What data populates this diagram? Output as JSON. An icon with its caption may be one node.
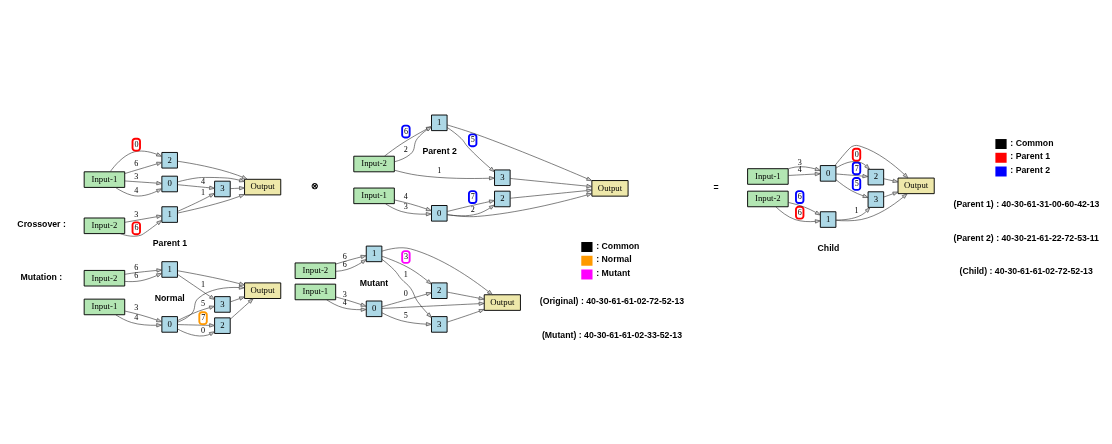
{
  "diagram": {
    "nodes": [
      {
        "text": [
          "Input-1"
        ]
      },
      {
        "text": [
          "Input-2"
        ]
      },
      {
        "text": [
          "0"
        ]
      },
      {
        "text": [
          "1"
        ]
      },
      {
        "text": [
          "2"
        ]
      },
      {
        "text": [
          "3"
        ]
      },
      {
        "text": [
          "Output"
        ]
      },
      {
        "text": [
          "Input-1"
        ]
      },
      {
        "text": [
          "Input-2"
        ]
      },
      {
        "text": [
          "0"
        ]
      },
      {
        "text": [
          "1"
        ]
      },
      {
        "text": [
          "2"
        ]
      },
      {
        "text": [
          "3"
        ]
      },
      {
        "text": [
          "Output"
        ]
      },
      {
        "text": [
          "Input-1"
        ]
      },
      {
        "text": [
          "Input-2"
        ]
      },
      {
        "text": [
          "0"
        ]
      },
      {
        "text": [
          "1"
        ]
      },
      {
        "text": [
          "2"
        ]
      },
      {
        "text": [
          "3"
        ]
      },
      {
        "text": [
          "Output"
        ]
      },
      {
        "text": [
          "Input-1"
        ]
      },
      {
        "text": [
          "Input-2"
        ]
      },
      {
        "text": [
          "0"
        ]
      },
      {
        "text": [
          "1"
        ]
      },
      {
        "text": [
          "2"
        ]
      },
      {
        "text": [
          "3"
        ]
      },
      {
        "text": [
          "Output"
        ]
      },
      {
        "text": [
          "Input-1"
        ]
      },
      {
        "text": [
          "Input-2"
        ]
      },
      {
        "text": [
          "0"
        ]
      },
      {
        "text": [
          "1"
        ]
      },
      {
        "text": [
          "2"
        ]
      },
      {
        "text": [
          "3"
        ]
      },
      {
        "text": [
          "Output"
        ]
      }
    ],
    "edges": [
      {
        "from": 0,
        "to": 4,
        "arrow": "to",
        "label": "0"
      },
      {
        "from": 0,
        "to": 4,
        "arrow": "to",
        "label": "6"
      },
      {
        "from": 0,
        "to": 2,
        "arrow": "to",
        "label": "4"
      },
      {
        "from": 0,
        "to": 2,
        "arrow": "to",
        "label": "3"
      },
      {
        "from": 2,
        "to": 5,
        "arrow": "to",
        "label": "4"
      },
      {
        "from": 2,
        "to": 6,
        "arrow": "to"
      },
      {
        "from": 4,
        "to": 6,
        "arrow": "to"
      },
      {
        "from": 5,
        "to": 6,
        "arrow": "to"
      },
      {
        "from": 1,
        "to": 3,
        "arrow": "to",
        "label": "6"
      },
      {
        "from": 1,
        "to": 3,
        "arrow": "to",
        "label": "3"
      },
      {
        "from": 3,
        "to": 5,
        "arrow": "to",
        "label": "1"
      },
      {
        "from": 3,
        "to": 6,
        "arrow": "to"
      },
      {
        "from": 7,
        "to": 9,
        "arrow": "to",
        "label": "3"
      },
      {
        "from": 7,
        "to": 9,
        "arrow": "to",
        "label": "4"
      },
      {
        "from": 9,
        "to": 11,
        "arrow": "to",
        "label": "2"
      },
      {
        "from": 9,
        "to": 11,
        "arrow": "to",
        "label": "7"
      },
      {
        "from": 9,
        "to": 13,
        "arrow": "to"
      },
      {
        "from": 11,
        "to": 13,
        "arrow": "to"
      },
      {
        "from": 8,
        "to": 12,
        "arrow": "to",
        "label": "1"
      },
      {
        "from": 8,
        "to": 10,
        "arrow": "to",
        "label": "6"
      },
      {
        "from": 8,
        "to": 10,
        "arrow": "to",
        "label": "2"
      },
      {
        "from": 10,
        "to": 12,
        "arrow": "to",
        "label": "5"
      },
      {
        "from": 12,
        "to": 13,
        "arrow": "to"
      },
      {
        "from": 10,
        "to": 13,
        "arrow": "to"
      },
      {
        "from": 14,
        "to": 16,
        "arrow": "to",
        "label": "4"
      },
      {
        "from": 14,
        "to": 16,
        "arrow": "to",
        "label": "3"
      },
      {
        "from": 16,
        "to": 18,
        "arrow": "to",
        "label": "7"
      },
      {
        "from": 16,
        "to": 18,
        "arrow": "to",
        "label": "0"
      },
      {
        "from": 16,
        "to": 20,
        "arrow": "to"
      },
      {
        "from": 16,
        "to": 19,
        "arrow": "to",
        "label": "5"
      },
      {
        "from": 18,
        "to": 20,
        "arrow": "to"
      },
      {
        "from": 19,
        "to": 20,
        "arrow": "to"
      },
      {
        "from": 15,
        "to": 17,
        "arrow": "to",
        "label": "6"
      },
      {
        "from": 15,
        "to": 17,
        "arrow": "to",
        "label": "6"
      },
      {
        "from": 17,
        "to": 19,
        "arrow": "to",
        "label": "1"
      },
      {
        "from": 17,
        "to": 20,
        "arrow": "to"
      },
      {
        "from": 21,
        "to": 23,
        "arrow": "to",
        "label": "4"
      },
      {
        "from": 21,
        "to": 23,
        "arrow": "to",
        "label": "3"
      },
      {
        "from": 23,
        "to": 25,
        "arrow": "to",
        "label": "7"
      },
      {
        "from": 23,
        "to": 25,
        "arrow": "to",
        "label": "0"
      },
      {
        "from": 23,
        "to": 27,
        "arrow": "to"
      },
      {
        "from": 23,
        "to": 26,
        "arrow": "to",
        "label": "5"
      },
      {
        "from": 25,
        "to": 27,
        "arrow": "to"
      },
      {
        "from": 26,
        "to": 27,
        "arrow": "to"
      },
      {
        "from": 22,
        "to": 24,
        "arrow": "to",
        "label": "6"
      },
      {
        "from": 22,
        "to": 24,
        "arrow": "to",
        "label": "6"
      },
      {
        "from": 24,
        "to": 26,
        "arrow": "to",
        "label": "1"
      },
      {
        "from": 24,
        "to": 27,
        "arrow": "to"
      },
      {
        "from": 28,
        "to": 30,
        "arrow": "to",
        "label": "4"
      },
      {
        "from": 28,
        "to": 30,
        "arrow": "to",
        "label": "3"
      },
      {
        "from": 30,
        "to": 34,
        "arrow": "to"
      },
      {
        "from": 30,
        "to": 32,
        "arrow": "to",
        "label": "0"
      },
      {
        "from": 30,
        "to": 33,
        "arrow": "to",
        "label": "5"
      },
      {
        "from": 32,
        "to": 34,
        "arrow": "to"
      },
      {
        "from": 33,
        "to": 34,
        "arrow": "to"
      },
      {
        "from": 29,
        "to": 31,
        "arrow": "to",
        "label": "6"
      },
      {
        "from": 29,
        "to": 31,
        "arrow": "to",
        "label": "6"
      },
      {
        "from": 31,
        "to": 32,
        "arrow": "to",
        "label": "3"
      },
      {
        "from": 31,
        "to": 33,
        "arrow": "to",
        "label": "1"
      },
      {
        "from": 31,
        "to": 34,
        "arrow": "to"
      }
    ],
    "labels": [
      "Crossover :",
      "Parent 1",
      "⊗",
      "Parent 2",
      "=",
      "Child",
      "(Parent 1) : 40-30-61-31-00-60-42-13",
      "(Parent 2) : 40-30-21-61-22-72-53-11",
      "(Child) : 40-30-61-61-02-72-52-13",
      "Mutation :",
      "Normal",
      "Mutant",
      "(Original) : 40-30-61-61-02-72-52-13",
      "(Mutant) : 40-30-61-61-02-33-52-13"
    ],
    "legend": [
      {
        "text": ": Common",
        "color": "#000000"
      },
      {
        "text": ": Parent 1",
        "color": "#ff0000"
      },
      {
        "text": ": Parent 2",
        "color": "#0000ff"
      },
      {
        "text": ": Common",
        "color": "#000000"
      },
      {
        "text": ": Normal",
        "color": "#ff9900"
      },
      {
        "text": ": Mutant",
        "color": "#ff00ff"
      }
    ]
  }
}
